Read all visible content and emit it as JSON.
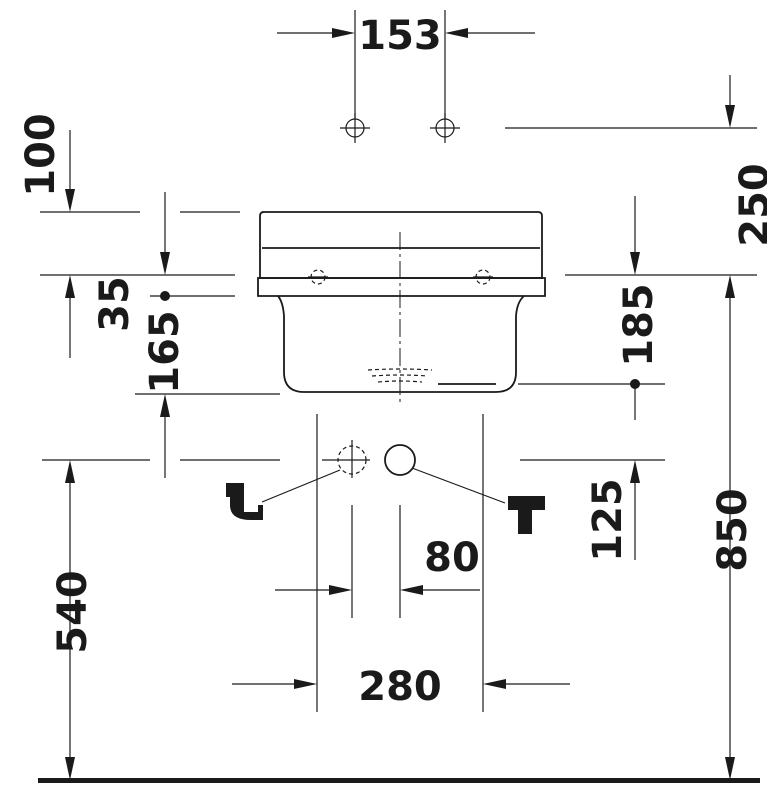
{
  "dimensions": {
    "tap_spacing": "153",
    "wall_connection_offset": "100",
    "wall_height_offset": "250",
    "rim_depth": "35",
    "bowl_depth": "165",
    "bowl_height": "185",
    "drain_height": "125",
    "floor_to_drain": "540",
    "total_height": "850",
    "drain_spacing": "80",
    "connection_width": "280"
  },
  "colors": {
    "line": "#1a1a1a",
    "background": "#ffffff"
  },
  "icons": {
    "trap": "siphon-trap-icon",
    "tap": "tap-connector-icon"
  }
}
